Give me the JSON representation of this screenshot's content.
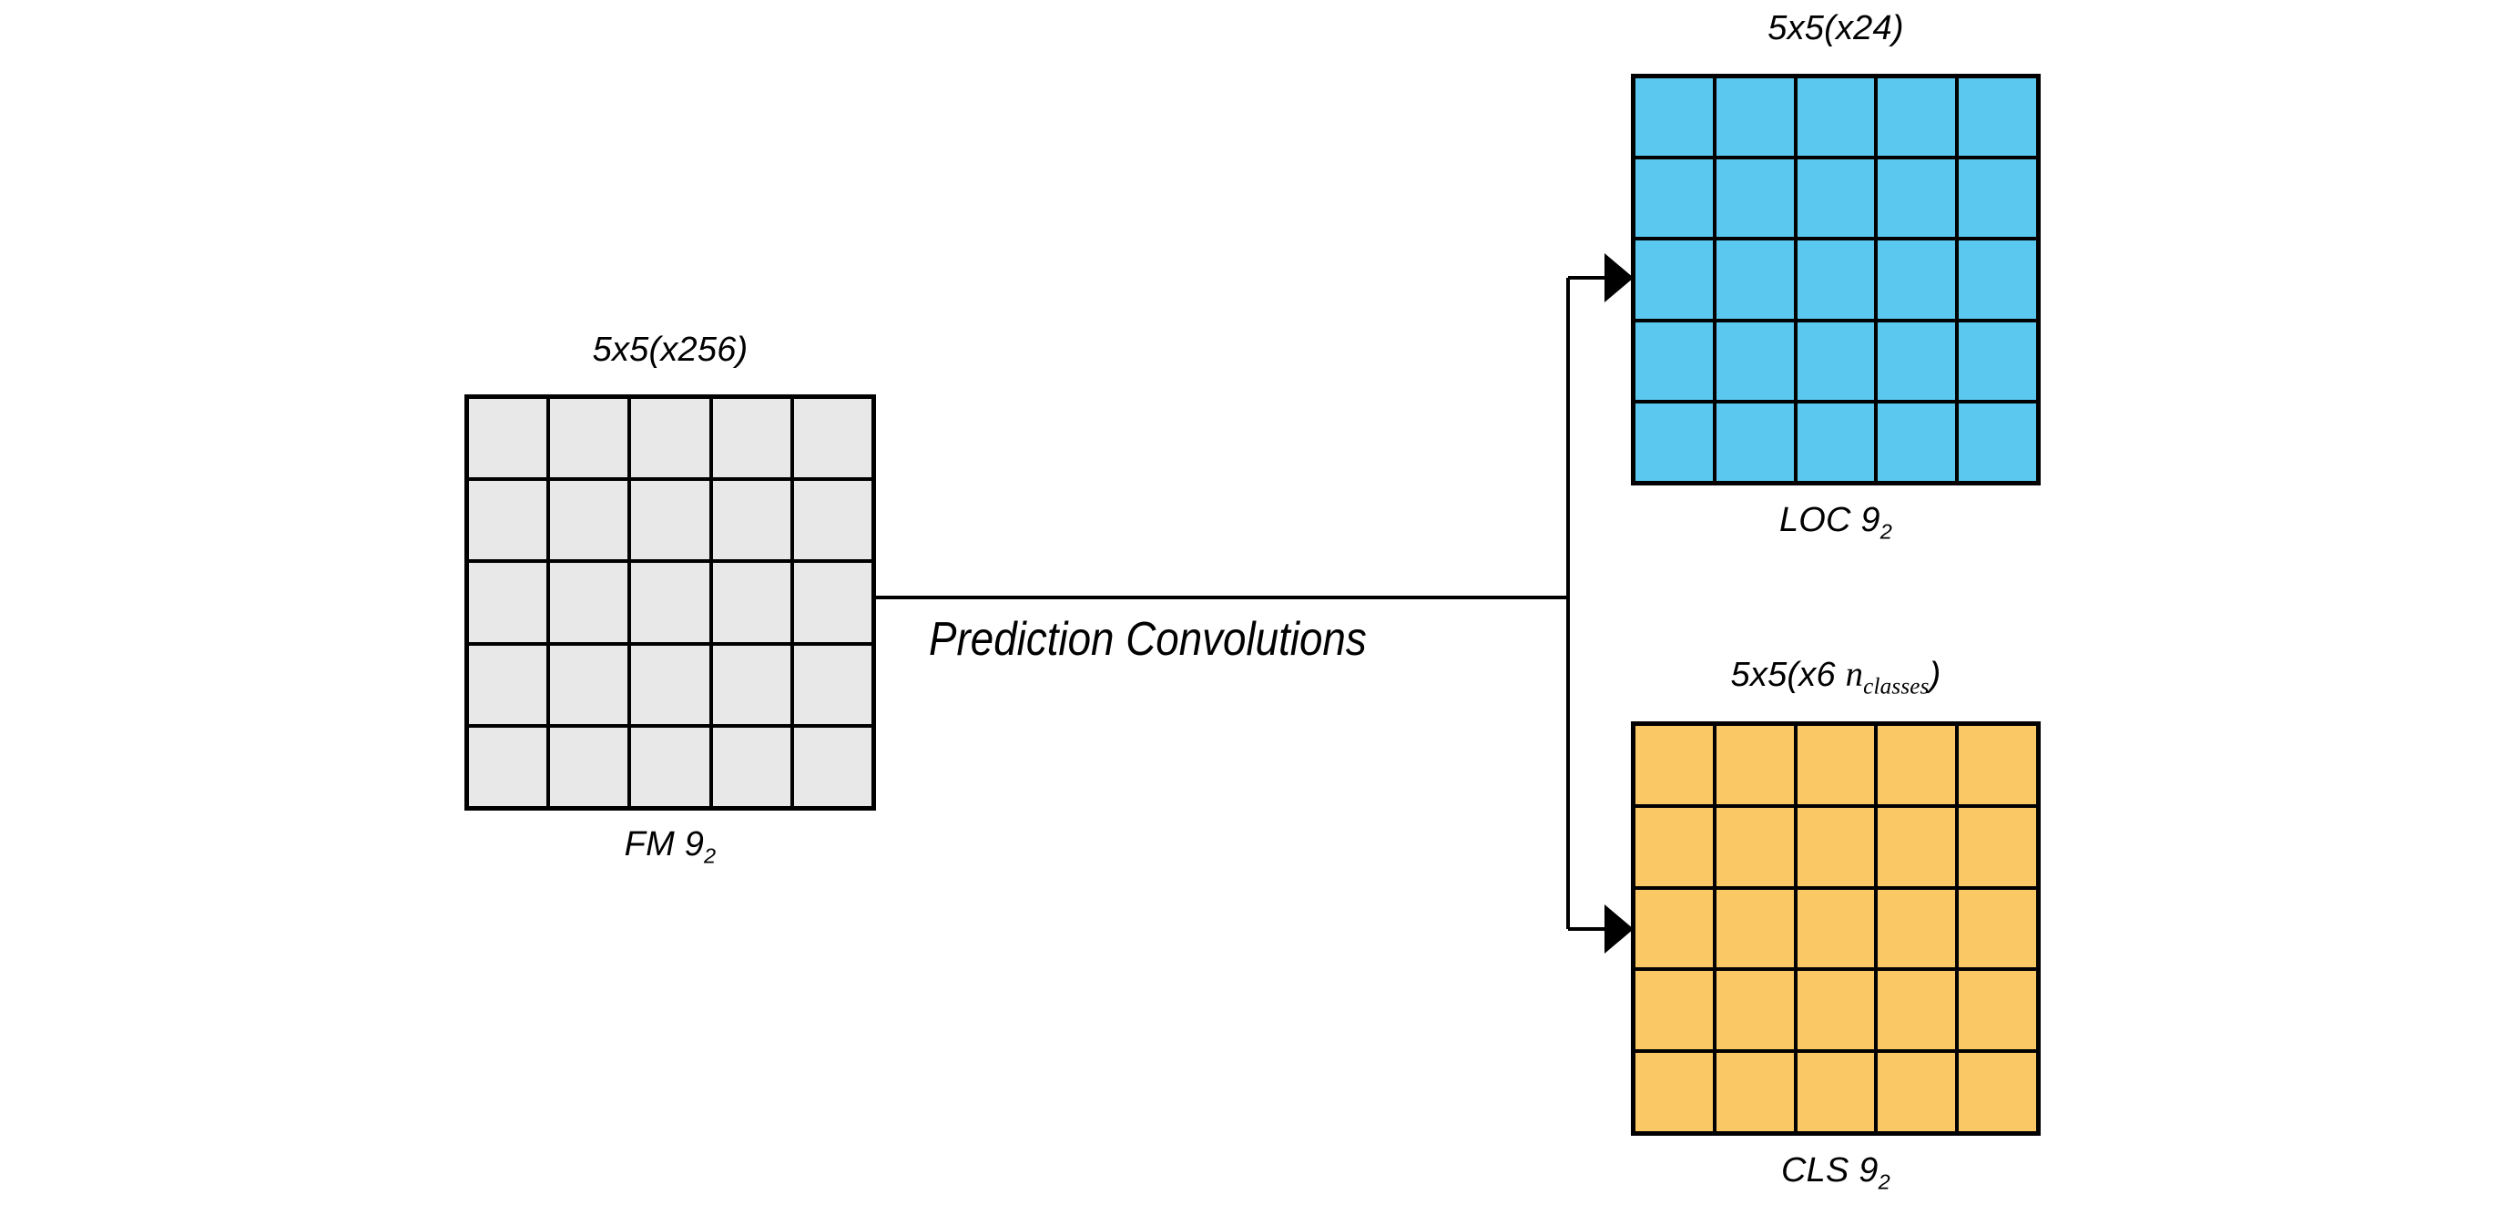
{
  "diagram": {
    "title": "Prediction Convolutions",
    "background_color": "#FFFFFF",
    "line_color": "#000000"
  },
  "caption": {
    "text": "Prediction Convolutions"
  },
  "feature_map": {
    "top_label": "5x5(x256)",
    "bottom_label_prefix": "FM 9",
    "bottom_label_subscript": "2",
    "rows": 5,
    "cols": 5,
    "fill_color": "#E8E8E8",
    "border_color": "#000000"
  },
  "localization": {
    "top_label": "5x5(x24)",
    "bottom_label_prefix": "LOC 9",
    "bottom_label_subscript": "2",
    "rows": 5,
    "cols": 5,
    "fill_color": "#5BC8F0",
    "border_color": "#000000"
  },
  "classification": {
    "top_label_prefix": "5x5(x6 ",
    "top_label_var": "n",
    "top_label_var_subscript": "classes",
    "top_label_suffix": ")",
    "bottom_label_prefix": "CLS 9",
    "bottom_label_subscript": "2",
    "rows": 5,
    "cols": 5,
    "fill_color": "#FAC864",
    "border_color": "#000000"
  },
  "chart_data": {
    "type": "diagram",
    "title": "Prediction Convolutions",
    "nodes": [
      {
        "id": "fm",
        "label": "FM 9₂",
        "shape_label": "5x5(x256)",
        "grid": [
          5,
          5
        ],
        "channels": 256,
        "color": "#E8E8E8"
      },
      {
        "id": "loc",
        "label": "LOC 9₂",
        "shape_label": "5x5(x24)",
        "grid": [
          5,
          5
        ],
        "channels": 24,
        "color": "#5BC8F0"
      },
      {
        "id": "cls",
        "label": "CLS 9₂",
        "shape_label": "5x5(x6 n_classes)",
        "grid": [
          5,
          5
        ],
        "channels": "6 n_classes",
        "color": "#FAC864"
      }
    ],
    "edges": [
      {
        "from": "fm",
        "to": "loc",
        "label": "Prediction Convolutions"
      },
      {
        "from": "fm",
        "to": "cls",
        "label": "Prediction Convolutions"
      }
    ]
  }
}
